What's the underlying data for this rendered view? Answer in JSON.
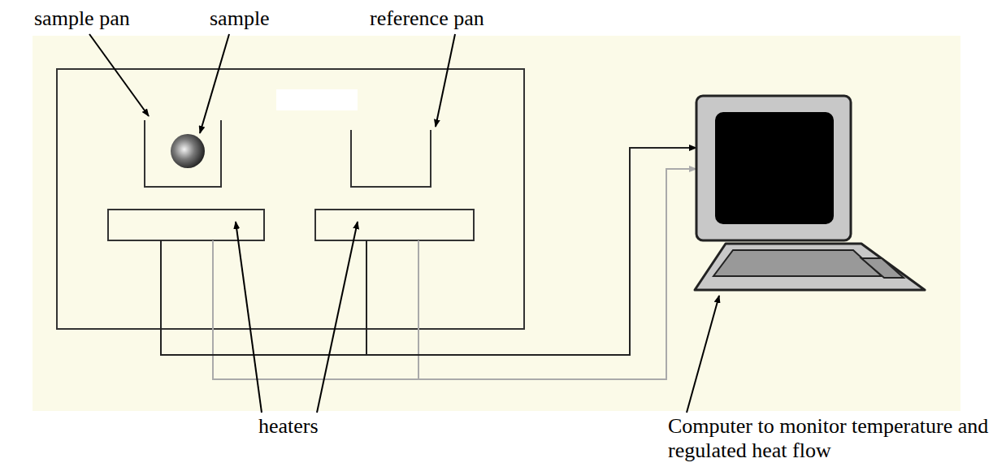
{
  "diagram": {
    "labels": [
      "sample pan",
      "sample",
      "reference pan",
      "heaters",
      "Computer to monitor temperature and regulated heat flow"
    ]
  }
}
